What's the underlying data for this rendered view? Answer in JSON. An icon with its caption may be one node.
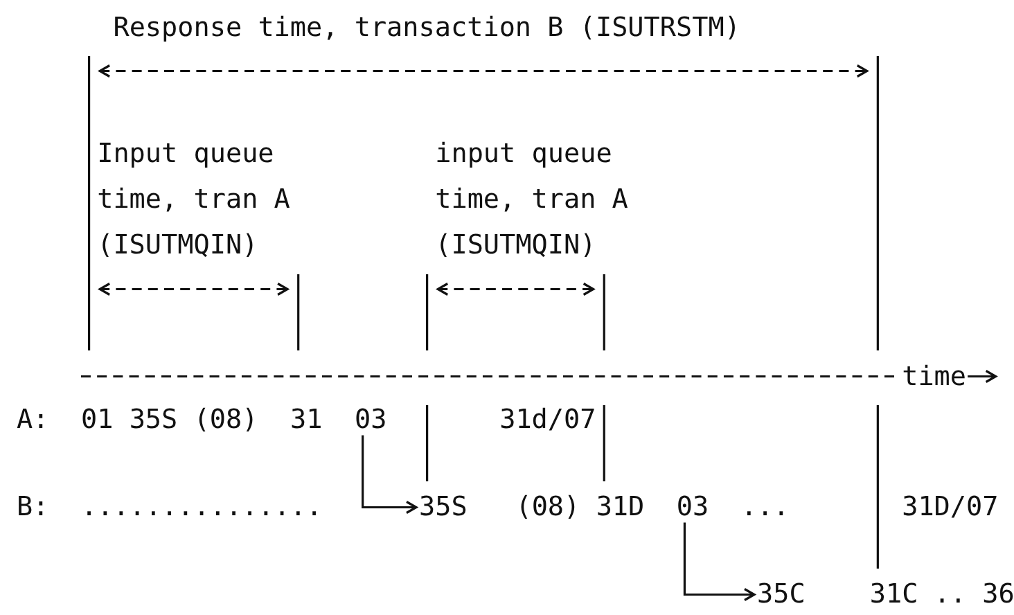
{
  "diagram": {
    "nodes": [
      {
        "text": [
          "03"
        ]
      },
      {
        "text": [
          "35S"
        ]
      },
      {
        "text": [
          "03"
        ]
      },
      {
        "text": [
          "35C"
        ]
      }
    ],
    "edges": [
      {
        "from": 0,
        "to": 1,
        "arrow": "to"
      },
      {
        "from": 2,
        "to": 3,
        "arrow": "to"
      }
    ],
    "labels": [
      "Response time, transaction B (ISUTRSTM)",
      "Input queue time, tran A (ISUTMQIN)",
      "input queue time, tran A (ISUTMQIN)",
      "time",
      "A:",
      "01",
      "35S",
      "(08)",
      "31",
      "31d/07",
      "B:",
      "...............",
      "(08)",
      "31D",
      "...",
      "31D/07",
      "31C .. 36"
    ]
  }
}
